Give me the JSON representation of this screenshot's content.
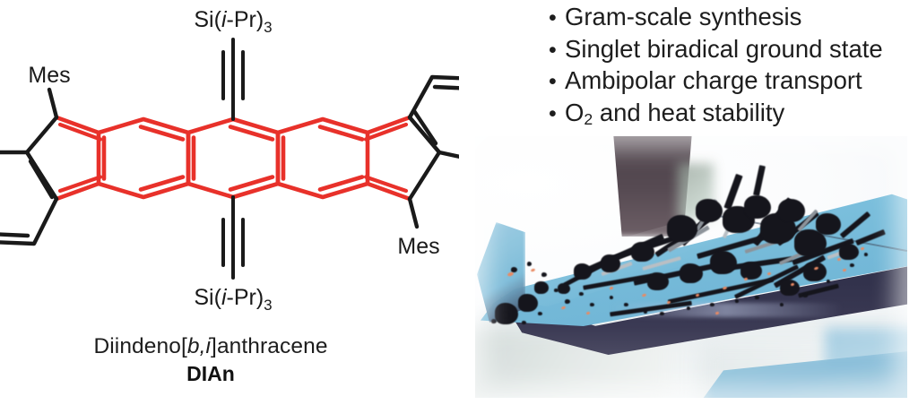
{
  "figure": {
    "kind": "graphical-abstract",
    "colors": {
      "structure_highlight_red": "#e8312a",
      "structure_black": "#1a1a1a",
      "text": "#1d1d1d",
      "photo_wafer_blue": "#7cc0dd",
      "photo_wafer_edge_dark": "#32324c",
      "photo_crystal_black": "#15151c"
    }
  },
  "molecule": {
    "top_substituent_label": "Si(i-Pr)3",
    "top_substituent_parts": {
      "pre": "Si(",
      "italic": "i",
      "mid": "-Pr)",
      "sub": "3"
    },
    "bottom_substituent_label": "Si(i-Pr)3",
    "left_aryl_label": "Mes",
    "right_aryl_label": "Mes",
    "bond_note": "alkyne triple bond"
  },
  "caption": {
    "name_parts": {
      "pre": "Diindeno[",
      "italic1": "b,i",
      "post": "]anthracene"
    },
    "name_plain": "Diindeno[b,i]anthracene",
    "abbreviation": "DIAn"
  },
  "highlights": {
    "items": [
      {
        "bullet": "•",
        "text": "Gram-scale synthesis",
        "html": "Gram-scale synthesis"
      },
      {
        "bullet": "•",
        "text": "Singlet biradical ground state",
        "html": "Singlet biradical ground state"
      },
      {
        "bullet": "•",
        "text": "Ambipolar charge transport",
        "html": "Ambipolar charge transport"
      },
      {
        "bullet": "•",
        "text": "O2 and heat stability",
        "html": "O<sub>2</sub> and heat stability"
      }
    ]
  },
  "photo": {
    "alt": "Optical micrograph of dark needle-like crystals on a light-blue silicon wafer fragment with a dark probe above"
  }
}
